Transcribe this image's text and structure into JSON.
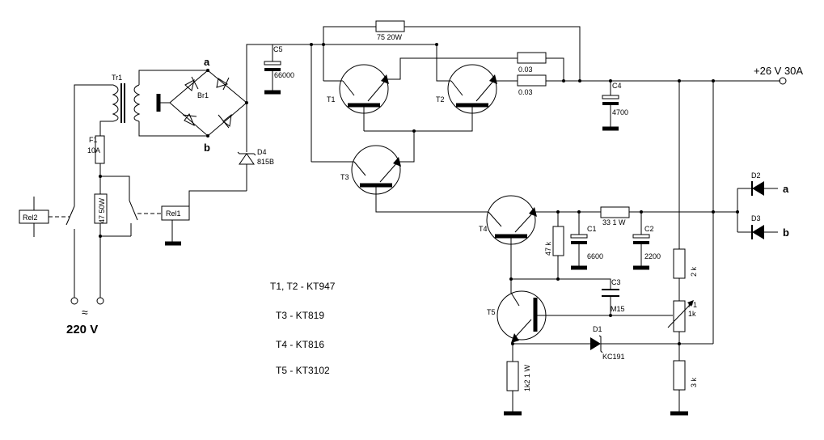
{
  "labels": {
    "tr1": "Tr1",
    "f1": "F1",
    "f1_value": "10A",
    "r_47": "47 50W",
    "rel1": "Rel1",
    "rel2": "Rel2",
    "br1": "Br1",
    "node_a": "a",
    "node_b": "b",
    "c5": "C5",
    "c5_value": "66000",
    "d4": "D4",
    "d4_value": "815B",
    "r_75": "75 20W",
    "r_003_1": "0.03",
    "r_003_2": "0.03",
    "t1": "T1",
    "t2": "T2",
    "t3": "T3",
    "t4": "T4",
    "t5": "T5",
    "c4": "C4",
    "c4_value": "4700",
    "output": "+26 V 30A",
    "d2": "D2",
    "d3": "D3",
    "out_a": "a",
    "out_b": "b",
    "r_33": "33 1 W",
    "c1": "C1",
    "c1_value": "6600",
    "c2": "C2",
    "c2_value": "2200",
    "r_47k": "47 k",
    "c3": "C3",
    "c3_value": "M15",
    "r_2k": "2 k",
    "p1": "P1",
    "p1_value": "1k",
    "d1": "D1",
    "d1_value": "KC191",
    "r_1k2": "1k2 1 W",
    "r_3k": "3 k",
    "mains_symbol": "≈",
    "mains": "220 V"
  },
  "legend": [
    "T1, T2  - KT947",
    "T3 - KT819",
    "T4 - KT816",
    "T5 - KT3102"
  ]
}
